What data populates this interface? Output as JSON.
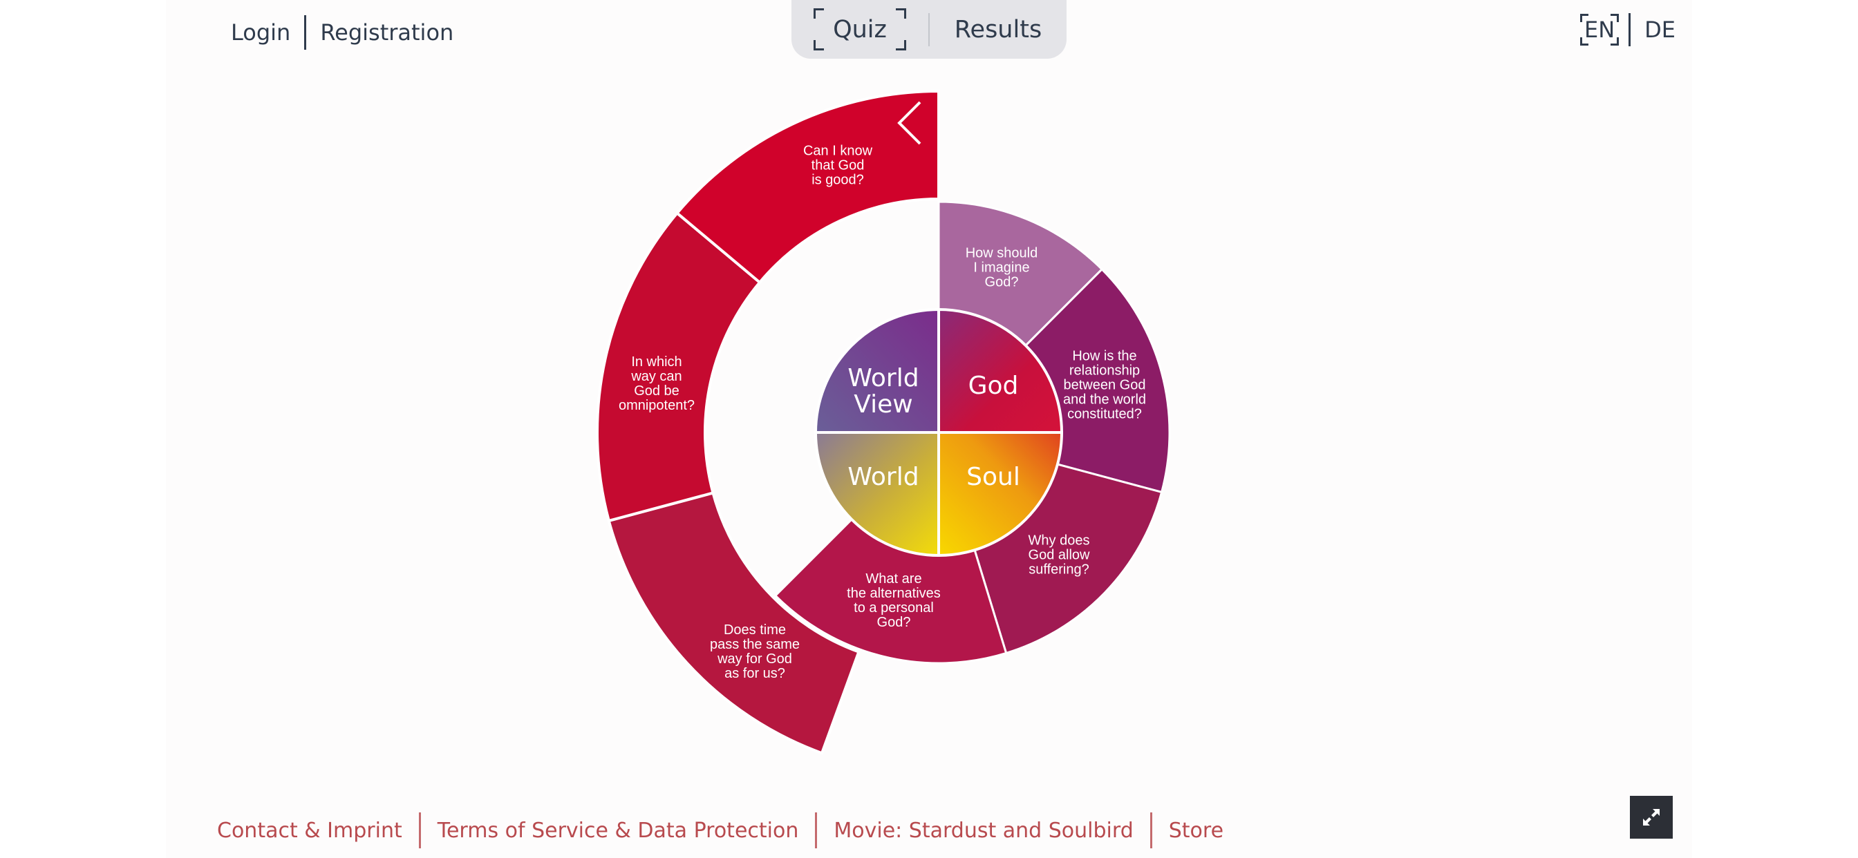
{
  "header": {
    "login_label": "Login",
    "registration_label": "Registration",
    "tabs": [
      {
        "label": "Quiz",
        "active": true
      },
      {
        "label": "Results",
        "active": false
      }
    ],
    "languages": [
      {
        "label": "EN",
        "active": true
      },
      {
        "label": "DE",
        "active": false
      }
    ]
  },
  "wheel": {
    "core": [
      {
        "label_lines": [
          "World",
          "View"
        ],
        "colors": [
          "#5b3f95",
          "#7a2c8a"
        ]
      },
      {
        "label_lines": [
          "God"
        ],
        "colors": [
          "#c40f3a",
          "#8b1e5a"
        ]
      },
      {
        "label_lines": [
          "World"
        ],
        "colors": [
          "#6f5f8a",
          "#e8d40a"
        ]
      },
      {
        "label_lines": [
          "Soul"
        ],
        "colors": [
          "#f6d000",
          "#e4571e"
        ]
      }
    ],
    "inner_questions": [
      {
        "label_lines": [
          "How should",
          "I imagine",
          "God?"
        ],
        "color": "#a9679e"
      },
      {
        "label_lines": [
          "How is the",
          "relationship",
          "between God",
          "and the world",
          "constituted?"
        ],
        "color": "#8c1c66"
      },
      {
        "label_lines": [
          "Why does",
          "God allow",
          "suffering?"
        ],
        "color": "#a01a52"
      },
      {
        "label_lines": [
          "What are",
          "the alternatives",
          "to a personal",
          "God?"
        ],
        "color": "#b3164a"
      }
    ],
    "outer_questions": [
      {
        "label_lines": [
          "Does time",
          "pass the same",
          "way for God",
          "as for us?"
        ],
        "color": "#b5173f"
      },
      {
        "label_lines": [
          "In which",
          "way can",
          "God be",
          "omnipotent?"
        ],
        "color": "#c50a30"
      },
      {
        "label_lines": [
          "Can I know",
          "that God",
          "is good?"
        ],
        "color": "#d0022b"
      }
    ],
    "back_icon": "chevron-left-icon"
  },
  "footer": {
    "links": [
      "Contact & Imprint",
      "Terms of Service & Data Protection",
      "Movie: Stardust and Soulbird",
      "Store"
    ],
    "fullscreen_icon": "expand-icon"
  }
}
